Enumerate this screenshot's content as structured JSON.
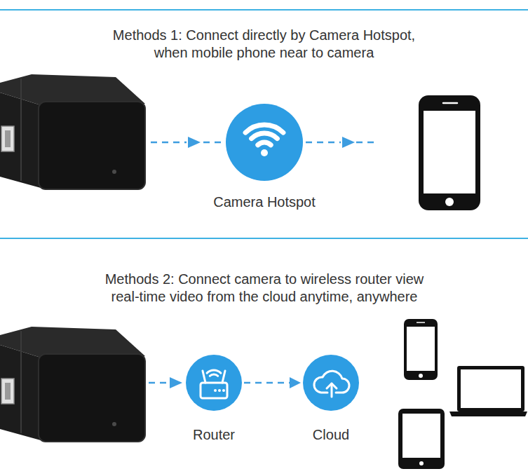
{
  "diagram": {
    "nodes": [
      {
        "text": [
          "Camera Hotspot"
        ]
      },
      {
        "text": [
          "Router"
        ]
      },
      {
        "text": [
          "Cloud"
        ]
      }
    ],
    "edges": [
      {
        "from": 1,
        "to": 2,
        "arrow": "to"
      }
    ],
    "labels": [
      "Methods 1: Connect directly by Camera Hotspot, when mobile phone near to camera",
      "Methods 2: Connect camera to wireless router view real-time video from the cloud anytime, anywhere"
    ]
  }
}
